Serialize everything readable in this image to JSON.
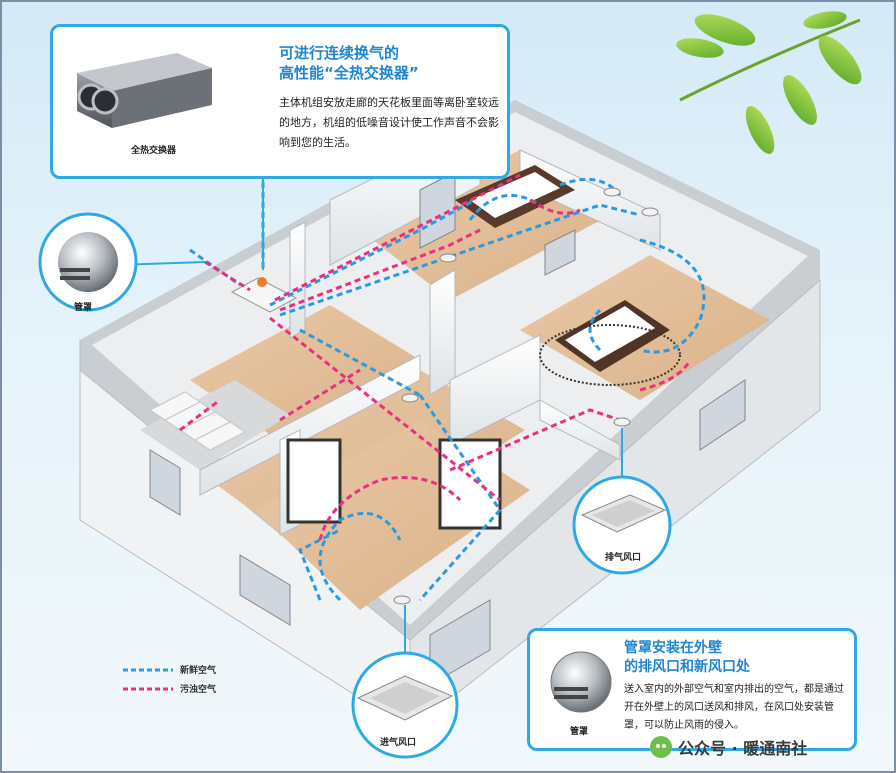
{
  "top_callout": {
    "title_line1": "可进行连续换气的",
    "title_line2": "高性能“全热交换器”",
    "body": "主体机组安放走廊的天花板里面等离卧室较远的地方，机组的低噪音设计使工作声音不会影响到您的生活。",
    "unit_label": "全热交换器"
  },
  "bottom_callout": {
    "title_line1": "管罩安装在外壁",
    "title_line2": "的排风口和新风口处",
    "body": "送入室内的外部空气和室内排出的空气，都是通过开在外壁上的风口送风和排风，在风口处安装管罩，可以防止风雨的侵入。",
    "hood_label": "管罩"
  },
  "labels": {
    "hood_left": "管罩",
    "exhaust_port": "排气风口",
    "supply_port": "进气风口"
  },
  "legend": {
    "fresh_air": "新鲜空气",
    "dirty_air": "污浊空气"
  },
  "colors": {
    "fresh_air": "#2a9be0",
    "dirty_air": "#e8307f",
    "callout_border": "#2fa9e3",
    "title_blue": "#1f86d0"
  },
  "icons": {
    "leaf": "leaf-icon",
    "wechat": "wechat-icon"
  },
  "watermark": {
    "text": "公众号 · 暖通南社"
  }
}
